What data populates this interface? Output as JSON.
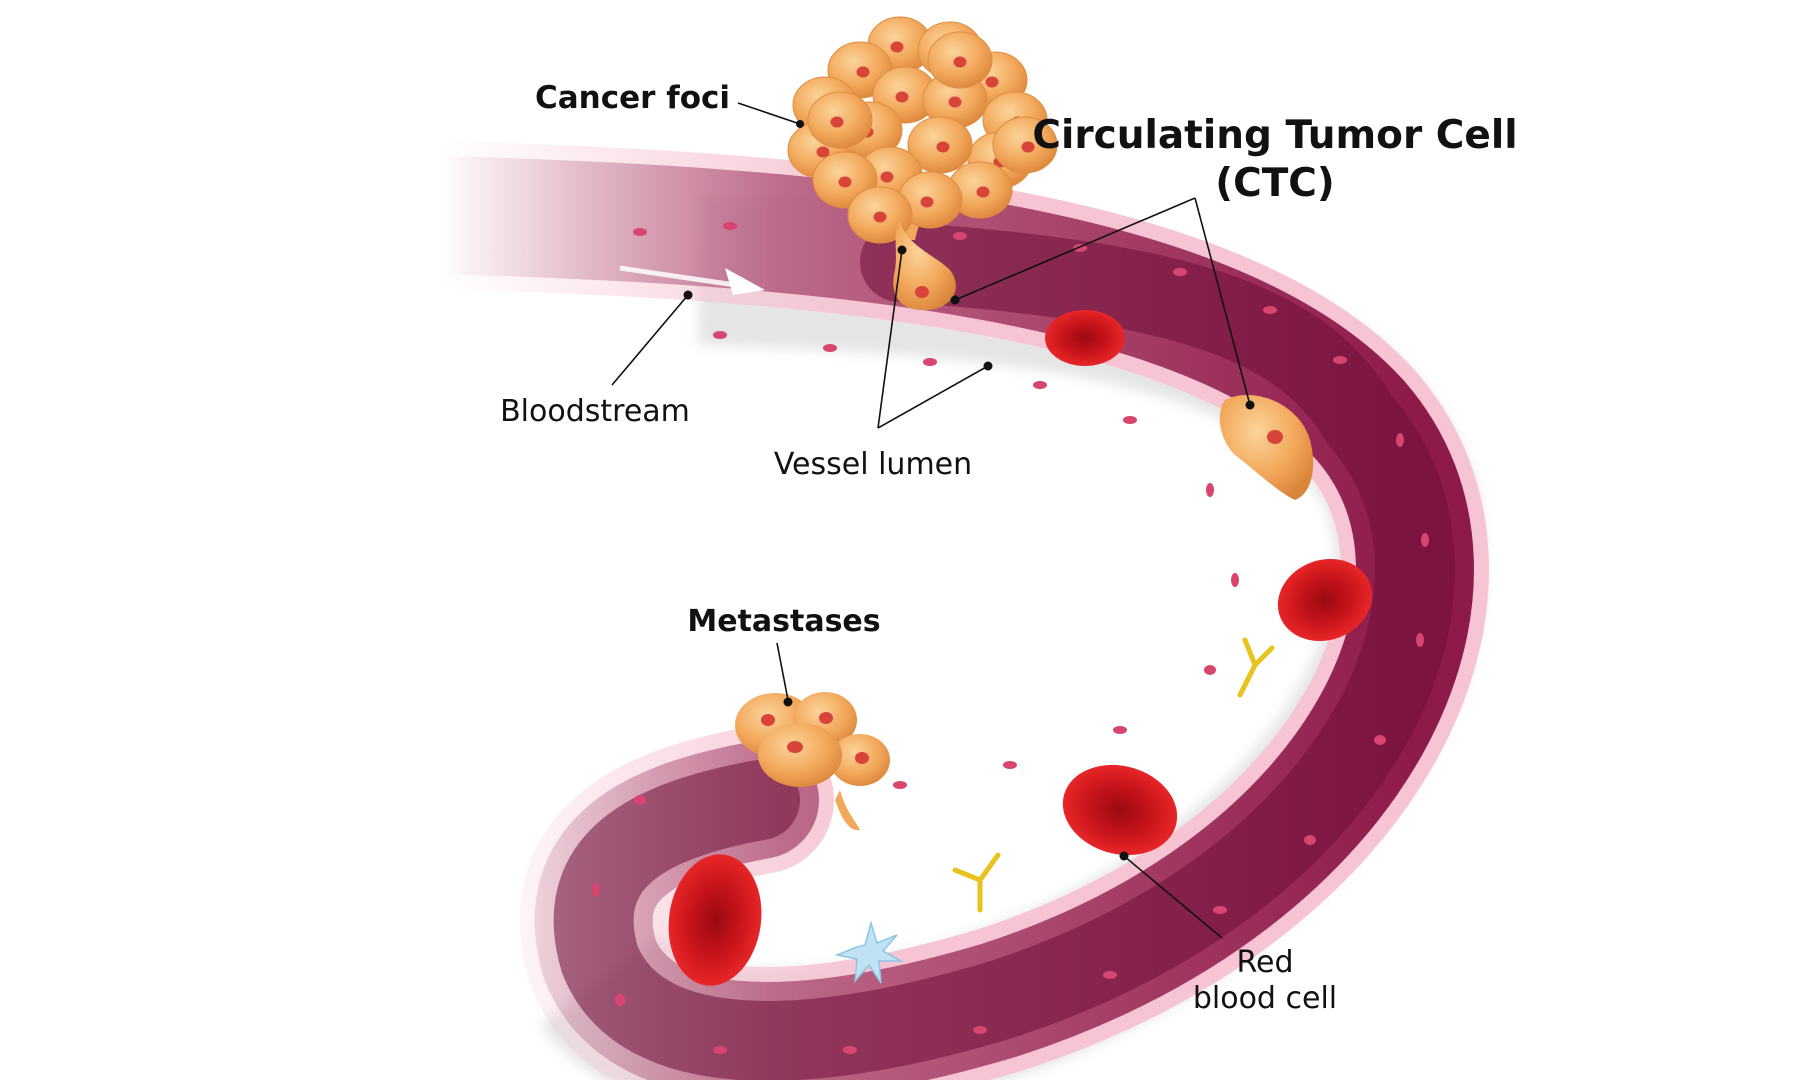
{
  "labels": {
    "cancer_foci": "Cancer foci",
    "ctc_line1": "Circulating Tumor Cell",
    "ctc_line2": "(CTC)",
    "bloodstream": "Bloodstream",
    "vessel_lumen": "Vessel lumen",
    "metastases": "Metastases",
    "red_line1": "Red",
    "red_line2": "blood cell"
  },
  "colors": {
    "vessel_dark": "#6e0f38",
    "vessel_mid": "#8e1a4a",
    "vessel_wall": "#f6c4d2",
    "wall_dot": "#d8456f",
    "tumor_cell": "#f2a75a",
    "tumor_nucleus": "#d8443a",
    "red_blood_cell": "#d8141c",
    "antibody": "#e8c21e",
    "platelet": "#bfe3f5"
  },
  "icons": [
    "tumor-cluster",
    "red-blood-cell",
    "antibody",
    "platelet",
    "flow-arrow"
  ]
}
